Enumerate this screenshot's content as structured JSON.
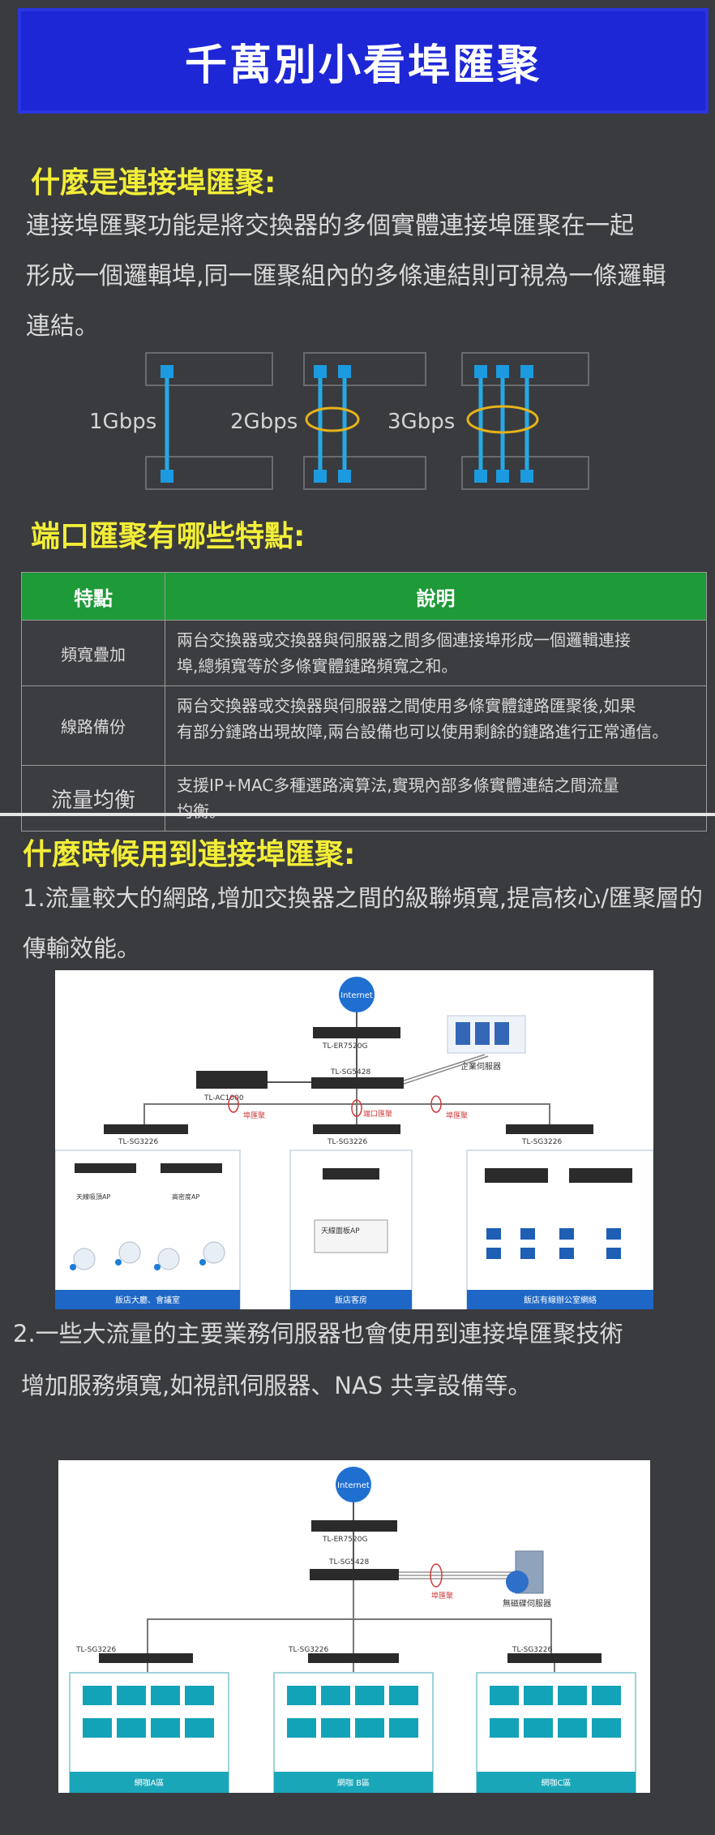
{
  "banner": {
    "title": "千萬別小看埠匯聚"
  },
  "section1": {
    "heading": "什麼是連接埠匯聚:",
    "lines": [
      "連接埠匯聚功能是將交換器的多個實體連接埠匯聚在一起",
      "形成一個邏輯埠,同一匯聚組內的多條連結則可視為一條邏輯",
      "連結。"
    ],
    "diagram": {
      "labels": [
        "1Gbps",
        "2Gbps",
        "3Gbps"
      ]
    }
  },
  "section2": {
    "heading": "端口匯聚有哪些特點:",
    "table": {
      "headers": [
        "特點",
        "說明"
      ],
      "rows": [
        {
          "feature": "頻寬疊加",
          "desc_lines": [
            "兩台交換器或交換器與伺服器之間多個連接埠形成一個邏輯連接",
            "埠,總頻寬等於多條實體鏈路頻寬之和。"
          ]
        },
        {
          "feature": "線路備份",
          "desc_lines": [
            "兩台交換器或交換器與伺服器之間使用多條實體鏈路匯聚後,如果",
            "有部分鏈路出現故障,兩台設備也可以使用剩餘的鏈路進行正常通信。"
          ]
        },
        {
          "feature": "流量均衡",
          "desc_lines": [
            "支援IP+MAC多種選路演算法,實現內部多條實體連結之間流量",
            "均衡。"
          ]
        }
      ]
    }
  },
  "section3": {
    "heading": "什麼時候用到連接埠匯聚:",
    "item1_lines": [
      "1.流量較大的網路,增加交換器之間的級聯頻寬,提高核心/匯聚層的",
      "傳輸效能。"
    ],
    "item2_lines": [
      "2.一些大流量的主要業務伺服器也會使用到連接埠匯聚技術",
      "增加服務頻寬,如視訊伺服器、NAS 共享設備等。"
    ]
  },
  "net1": {
    "internet": "Internet",
    "router": "TL-ER7520G",
    "core": "TL-SG5428",
    "ac": "TL-AC1000",
    "server_label": "企業伺服器",
    "trunk_labels": [
      "埠匯聚",
      "端口匯聚",
      "埠匯聚"
    ],
    "access": [
      "TL-SG3226",
      "TL-SG3226",
      "TL-SG3226"
    ],
    "ap_labels": [
      "天線吸頂AP",
      "高密度AP"
    ],
    "panel_ap": "天線面板AP",
    "areas": [
      "飯店大廳、會議室",
      "飯店客房",
      "飯店有線辦公室網絡"
    ]
  },
  "net2": {
    "internet": "Internet",
    "router": "TL-ER7520G",
    "core": "TL-SG5428",
    "server_label": "無磁碟伺服器",
    "trunk_label": "埠匯聚",
    "access": [
      "TL-SG3226",
      "TL-SG3226",
      "TL-SG3226"
    ],
    "areas": [
      "網咖A區",
      "網咖 B區",
      "網咖C區"
    ]
  }
}
